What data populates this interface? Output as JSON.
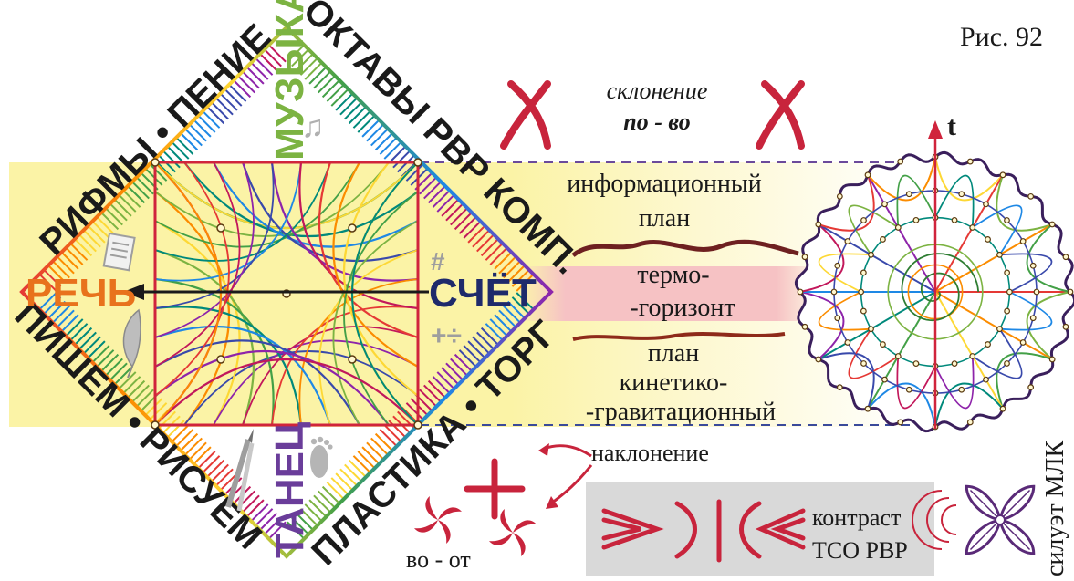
{
  "figure_label": "Рис. 92",
  "diamond": {
    "top": "МУЗЫКА",
    "left": "РЕЧЬ",
    "right": "СЧЁТ",
    "bottom": "ТАНЕЦ",
    "upper_left_edge": "РИФМЫ • ПЕНИЕ",
    "upper_right_edge": "ОКТАВЫ РВР КОМП.",
    "lower_left_edge": "ПИШЕМ • РИСУЕМ",
    "lower_right_edge": "ПЛАСТИКА • ТОРГ",
    "symbols": {
      "note": "♫",
      "sharp": "#",
      "plusdiv": "+÷"
    }
  },
  "declension": {
    "line1": "склонение",
    "line2": "по - во"
  },
  "planes": {
    "info_line1": "информационный",
    "info_line2": "план",
    "thermo_line1": "термо-",
    "thermo_line2": "-горизонт",
    "kin_line1": "план",
    "kin_line2": "кинетико-",
    "kin_line3": "-гравитационный"
  },
  "axis_label": "t",
  "inclination": {
    "label": "наклонение",
    "bottom": "во - от"
  },
  "contrast": {
    "line1": "контраст",
    "line2": "ТСО РВР"
  },
  "silhouette": "силуэт МЛК",
  "colors": {
    "red": "#c8243c",
    "band_yellow": "#fbf3a6",
    "band_pink": "#f6c2c4",
    "contrast_box": "#d9d9d9",
    "dark_text": "#1a1a1a",
    "purple": "#5a2a78",
    "navy": "#1e2a6b"
  }
}
